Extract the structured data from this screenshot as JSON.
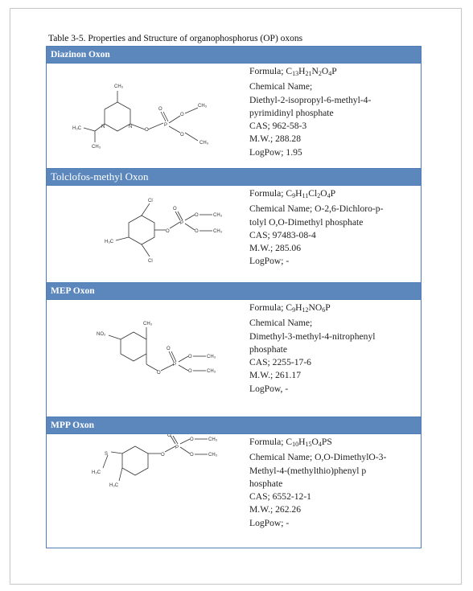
{
  "caption": "Table 3-5. Properties and Structure of organophosphorus (OP) oxons",
  "compounds": [
    {
      "name": "Diazinon Oxon",
      "formula": {
        "label": "Formula; ",
        "parts": [
          "C",
          "13",
          "H",
          "21",
          "N",
          "2",
          "O",
          "4",
          "P",
          ""
        ]
      },
      "chem_lines": [
        "Chemical Name;",
        "Diethyl-2-isopropyl-6-methyl-4-",
        "pyrimidinyl phosphate"
      ],
      "cas": "CAS; 962-58-3",
      "mw": "M.W.; 288.28",
      "logpow": "LogPow; 1.95",
      "atoms": {
        "ch3_top": "CH₃",
        "h3c_left": "H₃C",
        "ch3_bottom": "CH₃",
        "n1": "N",
        "n2": "N",
        "o_ring": "O",
        "p": "P",
        "o_dbl": "O",
        "o_eth1": "O",
        "o_eth2": "O",
        "ch3_e1": "CH₃",
        "ch3_e2": "CH₃"
      }
    },
    {
      "name": "Tolclofos-methyl Oxon",
      "formula": {
        "label": "Formula; ",
        "parts": [
          "C",
          "9",
          "H",
          "11",
          "Cl",
          "2",
          "O",
          "4",
          "P",
          ""
        ]
      },
      "chem_lines": [
        "Chemical Name; O-2,6-Dichloro-p-",
        "tolyl O,O-Dimethyl phosphate"
      ],
      "cas": "CAS; 97483-08-4",
      "mw": "M.W.; 285.06",
      "logpow": "LogPow; -",
      "atoms": {
        "cl_top": "Cl",
        "cl_bottom": "Cl",
        "h3c": "H₃C",
        "o_ring": "O",
        "p": "P",
        "o_dbl": "O",
        "o1": "O",
        "o2": "O",
        "ch3_1": "CH₃",
        "ch3_2": "CH₃"
      }
    },
    {
      "name": "MEP Oxon",
      "formula": {
        "label": "Formula; ",
        "parts": [
          "C",
          "9",
          "H",
          "12",
          "NO",
          "6",
          "P",
          ""
        ]
      },
      "chem_lines": [
        "Chemical  Name;",
        "Dimethyl-3-methyl-4-nitrophenyl",
        "phosphate"
      ],
      "cas": "CAS; 2255-17-6",
      "mw": "M.W.; 261.17",
      "logpow": "LogPow, -",
      "atoms": {
        "ch3": "CH₃",
        "no2": "NO₂",
        "o_ring": "O",
        "p": "P",
        "o_dbl": "O",
        "o1": "O",
        "o2": "O",
        "ch3_1": "CH₃",
        "ch3_2": "CH₃"
      }
    },
    {
      "name": "MPP Oxon",
      "formula": {
        "label": "Formula; ",
        "parts": [
          "C",
          "10",
          "H",
          "15",
          "O",
          "4",
          "PS",
          ""
        ]
      },
      "chem_lines": [
        "Chemical Name; O,O-DimethylO-3-",
        "Methyl-4-(methylthio)phenyl p",
        "hosphate"
      ],
      "cas": "CAS; 6552-12-1",
      "mw": "M.W.; 262.26",
      "logpow": "LogPow; -",
      "atoms": {
        "s": "S",
        "h3c_s": "H₃C",
        "h3c_ring": "H₃C",
        "o_ring": "O",
        "p": "P",
        "o_dbl": "O",
        "o1": "O",
        "o2": "O",
        "ch3_1": "CH₃",
        "ch3_2": "CH₃"
      }
    }
  ]
}
